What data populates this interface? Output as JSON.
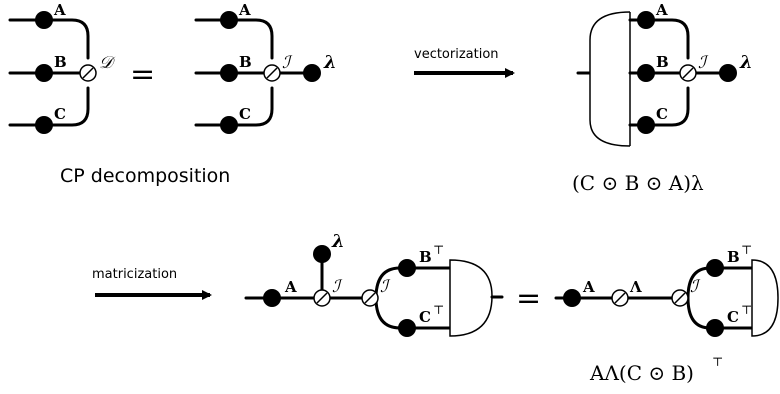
{
  "labels": {
    "A": "A",
    "B": "B",
    "C": "C",
    "D": "𝒟",
    "I": "ℐ",
    "lambda": "λ",
    "Lambda": "Λ",
    "BT": "B",
    "CT": "C",
    "top_sup": "⊤",
    "equals": "="
  },
  "arrows": {
    "vectorization": "vectorization",
    "matricization": "matricization"
  },
  "captions": {
    "cp": "CP decomposition",
    "vec_expr": "(C ⊙ B ⊙ A)λ",
    "mat_expr": "AΛ(C ⊙ B)"
  }
}
